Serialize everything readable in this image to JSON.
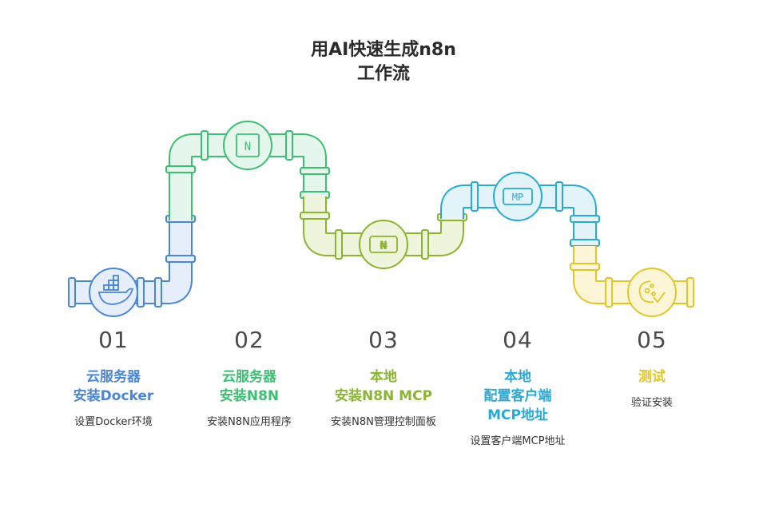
{
  "title": {
    "line1": "用AI快速生成n8n",
    "line2": "工作流"
  },
  "steps": [
    {
      "number": "01",
      "heading_lines": [
        "云服务器",
        "安装Docker"
      ],
      "description": "设置Docker环境",
      "color": "#4a86d6",
      "light": "#e6eefb",
      "icon": "docker-whale-icon"
    },
    {
      "number": "02",
      "heading_lines": [
        "云服务器",
        "安装N8N"
      ],
      "description": "安装N8N应用程序",
      "color": "#3dbf73",
      "light": "#e5f7ec",
      "icon": "n8n-logo-icon"
    },
    {
      "number": "03",
      "heading_lines": [
        "本地",
        "安装N8N MCP"
      ],
      "description": "安装N8N管理控制面板",
      "color": "#8ab52f",
      "light": "#eef5dc",
      "icon": "naira-currency-icon"
    },
    {
      "number": "04",
      "heading_lines": [
        "本地",
        "配置客户端",
        "MCP地址"
      ],
      "description": "设置客户端MCP地址",
      "color": "#29a9d6",
      "light": "#e2f3fa",
      "icon": "mcp-badge-icon"
    },
    {
      "number": "05",
      "heading_lines": [
        "测试"
      ],
      "description": "验证安装",
      "color": "#e2c52a",
      "light": "#fcf6d6",
      "icon": "test-tube-check-icon"
    }
  ],
  "badges": {
    "n8n": "N",
    "naira": "₦",
    "mcp": "MP"
  }
}
